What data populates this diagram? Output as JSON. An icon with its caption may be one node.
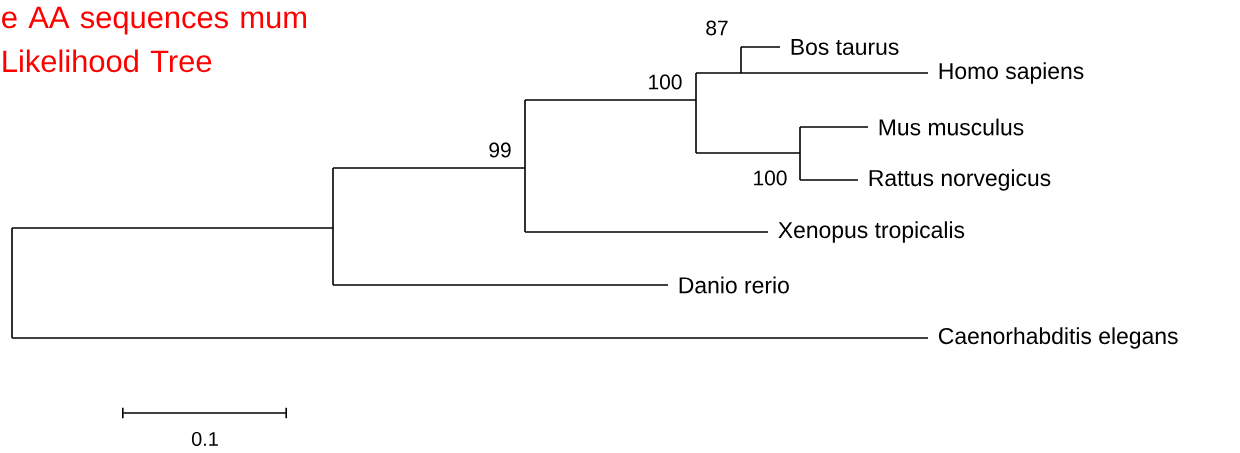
{
  "diagram": {
    "title": "e AA sequences mum Likelihood Tree",
    "nodes": [
      {
        "text": [],
        "shape": "bar"
      },
      {
        "text": [],
        "shape": "bar"
      },
      {
        "text": [],
        "shape": "bar",
        "beside": [
          "99"
        ]
      },
      {
        "text": [],
        "shape": "bar",
        "beside": [
          "100"
        ]
      },
      {
        "text": [],
        "shape": "bar",
        "beside": [
          "87"
        ]
      },
      {
        "text": [
          "Bos taurus"
        ]
      },
      {
        "text": [
          "Homo sapiens"
        ]
      },
      {
        "text": [],
        "shape": "bar",
        "beside": [
          "100"
        ]
      },
      {
        "text": [
          "Mus musculus"
        ]
      },
      {
        "text": [
          "Rattus norvegicus"
        ]
      },
      {
        "text": [
          "Xenopus tropicalis"
        ]
      },
      {
        "text": [
          "Danio rerio"
        ]
      },
      {
        "text": [
          "Caenorhabditis elegans"
        ]
      }
    ],
    "edges": [
      {
        "from": 0,
        "to": 1,
        "arrow": "none"
      },
      {
        "from": 0,
        "to": 12,
        "arrow": "none"
      },
      {
        "from": 1,
        "to": 2,
        "arrow": "none"
      },
      {
        "from": 1,
        "to": 11,
        "arrow": "none"
      },
      {
        "from": 2,
        "to": 3,
        "arrow": "none"
      },
      {
        "from": 2,
        "to": 10,
        "arrow": "none"
      },
      {
        "from": 3,
        "to": 4,
        "arrow": "none"
      },
      {
        "from": 3,
        "to": 7,
        "arrow": "none"
      },
      {
        "from": 4,
        "to": 5,
        "arrow": "none"
      },
      {
        "from": 4,
        "to": 6,
        "arrow": "none"
      },
      {
        "from": 7,
        "to": 8,
        "arrow": "none"
      },
      {
        "from": 7,
        "to": 9,
        "arrow": "none"
      }
    ],
    "labels": [
      "0.1"
    ]
  }
}
